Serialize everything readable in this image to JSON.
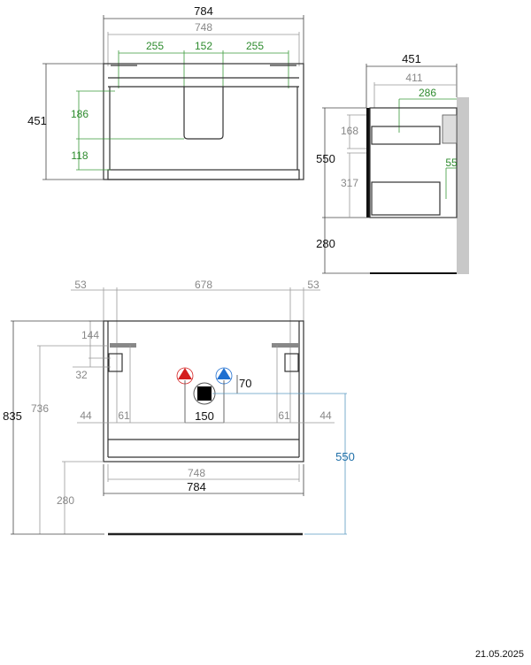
{
  "top_view": {
    "width_outer": "784",
    "width_inner": "748",
    "left": "255",
    "center": "152",
    "right": "255",
    "height": "451",
    "depth_upper": "186",
    "depth_lower": "118"
  },
  "side_view": {
    "depth_outer": "451",
    "depth_inner": "411",
    "depth_green": "286",
    "height": "550",
    "floor": "280",
    "drawer_upper": "168",
    "drawer_lower": "317",
    "gap": "55"
  },
  "front_view": {
    "left_margin": "53",
    "span": "678",
    "right_margin": "53",
    "bracket": "144",
    "hole": "32",
    "total_height": "835",
    "mount_height": "736",
    "floor_clearance": "280",
    "left_44": "44",
    "left_61": "61",
    "right_61": "61",
    "right_44": "44",
    "pipe_spacing": "150",
    "drain_offset": "70",
    "drain_height": "550",
    "inner_width": "748",
    "outer_width": "784"
  },
  "colors": {
    "hot": "#d41f1f",
    "cold": "#1f6fd0",
    "green_dim": "#2e8b2e",
    "blue_dim": "#1f6fa8"
  },
  "footer": {
    "date": "21.05.2025"
  }
}
